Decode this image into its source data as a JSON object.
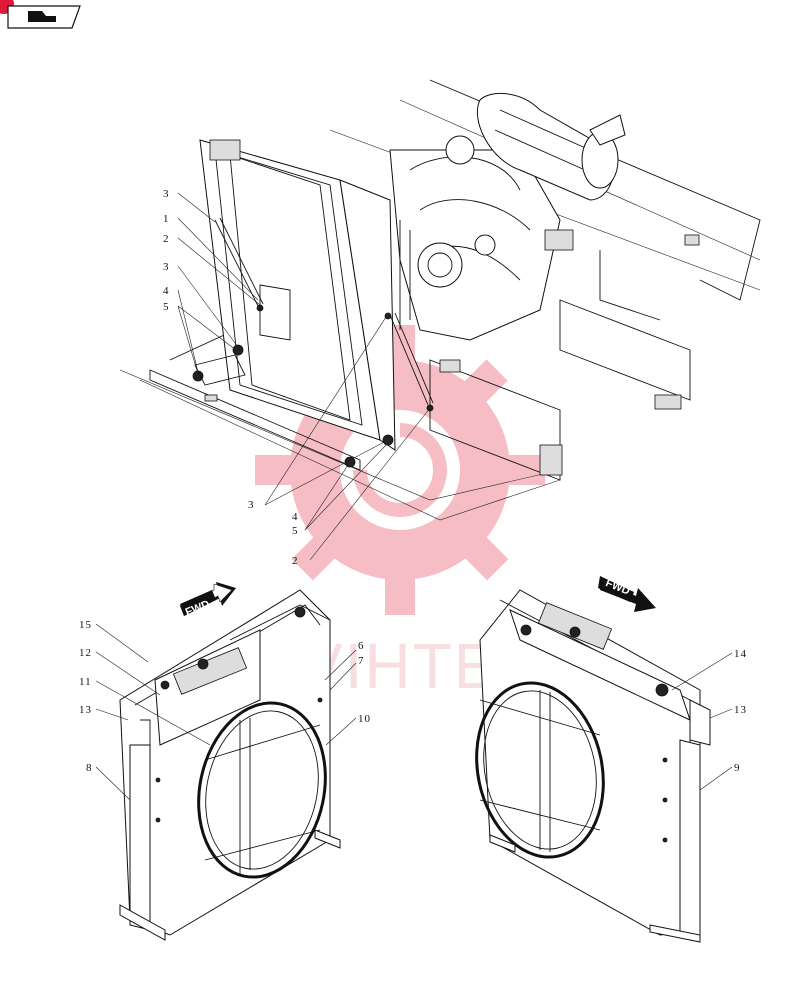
{
  "watermark": {
    "text": "VIHTEX",
    "color": "#f2c4c8"
  },
  "nav_icon": {
    "name": "book-arrow-icon"
  },
  "top_view": {
    "callouts_left": [
      "3",
      "1",
      "2",
      "3",
      "4",
      "5"
    ],
    "callouts_bottom": [
      "3",
      "4",
      "5",
      "2"
    ]
  },
  "left_view": {
    "fwd_label": "FWD",
    "callouts_left": [
      "15",
      "12",
      "11",
      "13",
      "8"
    ],
    "callouts_right": [
      "6",
      "7",
      "10"
    ]
  },
  "right_view": {
    "fwd_label": "FWD",
    "callouts_right": [
      "14",
      "13",
      "9"
    ]
  }
}
